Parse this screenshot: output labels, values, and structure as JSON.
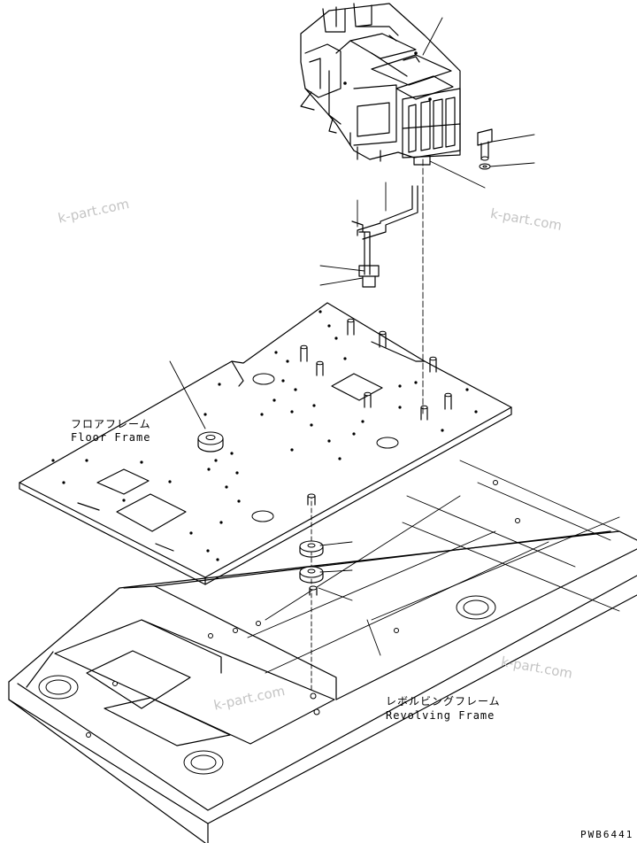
{
  "labels": {
    "floor_frame_jp": "フロアフレーム",
    "floor_frame_en": "Floor Frame",
    "revolving_frame_jp": "レボルビングフレーム",
    "revolving_frame_en": "Revolving Frame"
  },
  "watermarks": [
    "k-part.com",
    "k-part.com",
    "k-part.com",
    "k-part.com"
  ],
  "drawing_code": "PWB6441"
}
